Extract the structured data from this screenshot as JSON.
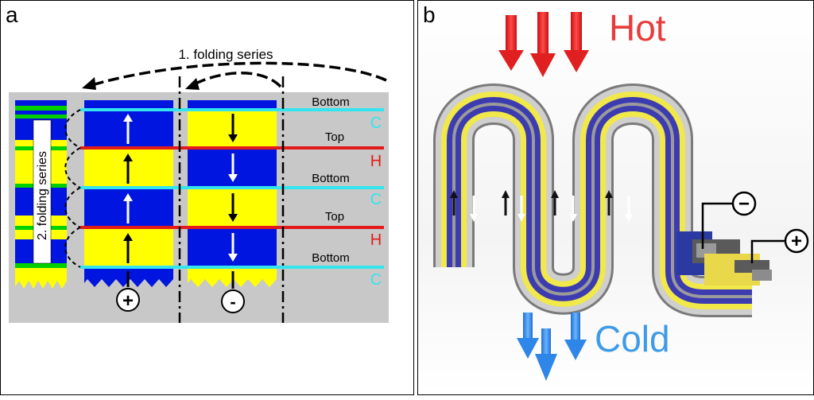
{
  "panel_a": {
    "letter": "a",
    "folding_series_1": "1. folding series",
    "folding_series_2": "2. folding series",
    "layers": [
      {
        "side": "Bottom",
        "letter": "C"
      },
      {
        "side": "Top",
        "letter": "H"
      },
      {
        "side": "Bottom",
        "letter": "C"
      },
      {
        "side": "Top",
        "letter": "H"
      },
      {
        "side": "Bottom",
        "letter": "C"
      }
    ],
    "plus_terminal": "+",
    "minus_terminal": "-"
  },
  "panel_b": {
    "letter": "b",
    "hot_label": "Hot",
    "cold_label": "Cold",
    "minus_terminal": "−",
    "plus_terminal": "+"
  },
  "colors": {
    "blue": "#0016e0",
    "yellow": "#ffff00",
    "green": "#00d000",
    "gray_bg": "#c8c8c8",
    "cold_line": "#33e5ee",
    "hot_line": "#e41a1a",
    "hot_text": "#e83c3c",
    "cold_text": "#3f9be8"
  }
}
